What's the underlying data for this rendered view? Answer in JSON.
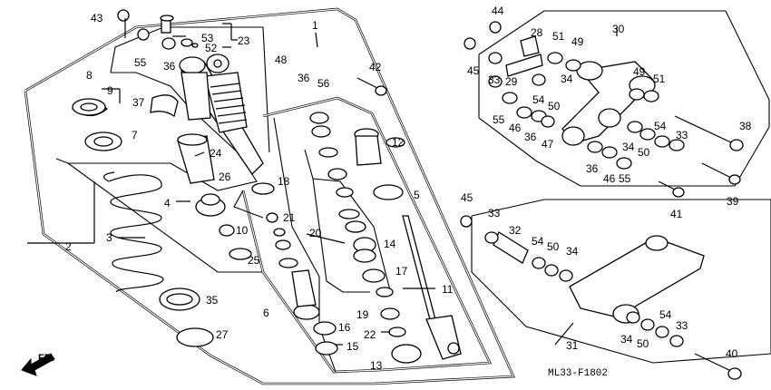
{
  "diagram": {
    "code": "ML33-F1802",
    "front_arrow": "FR.",
    "callouts": [
      {
        "n": "43",
        "key": "p43"
      },
      {
        "n": "55",
        "key": "p55a"
      },
      {
        "n": "36",
        "key": "p36a"
      },
      {
        "n": "53",
        "key": "p53"
      },
      {
        "n": "52",
        "key": "p52"
      },
      {
        "n": "23",
        "key": "p23"
      },
      {
        "n": "1",
        "key": "p1"
      },
      {
        "n": "48",
        "key": "p48"
      },
      {
        "n": "36",
        "key": "p36b"
      },
      {
        "n": "56",
        "key": "p56"
      },
      {
        "n": "42",
        "key": "p42"
      },
      {
        "n": "8",
        "key": "p8"
      },
      {
        "n": "9",
        "key": "p9"
      },
      {
        "n": "37",
        "key": "p37"
      },
      {
        "n": "7",
        "key": "p7"
      },
      {
        "n": "24",
        "key": "p24"
      },
      {
        "n": "12",
        "key": "p12"
      },
      {
        "n": "26",
        "key": "p26"
      },
      {
        "n": "18",
        "key": "p18"
      },
      {
        "n": "5",
        "key": "p5"
      },
      {
        "n": "4",
        "key": "p4"
      },
      {
        "n": "21",
        "key": "p21"
      },
      {
        "n": "10",
        "key": "p10"
      },
      {
        "n": "20",
        "key": "p20"
      },
      {
        "n": "14",
        "key": "p14"
      },
      {
        "n": "2",
        "key": "p2"
      },
      {
        "n": "3",
        "key": "p3"
      },
      {
        "n": "25",
        "key": "p25"
      },
      {
        "n": "17",
        "key": "p17"
      },
      {
        "n": "11",
        "key": "p11"
      },
      {
        "n": "35",
        "key": "p35"
      },
      {
        "n": "6",
        "key": "p6"
      },
      {
        "n": "19",
        "key": "p19"
      },
      {
        "n": "16",
        "key": "p16"
      },
      {
        "n": "22",
        "key": "p22"
      },
      {
        "n": "27",
        "key": "p27"
      },
      {
        "n": "15",
        "key": "p15"
      },
      {
        "n": "13",
        "key": "p13"
      },
      {
        "n": "44",
        "key": "p44"
      },
      {
        "n": "30",
        "key": "p30"
      },
      {
        "n": "28",
        "key": "p28"
      },
      {
        "n": "51",
        "key": "p51a"
      },
      {
        "n": "49",
        "key": "p49a"
      },
      {
        "n": "45",
        "key": "p45a"
      },
      {
        "n": "33",
        "key": "p33a"
      },
      {
        "n": "29",
        "key": "p29"
      },
      {
        "n": "34",
        "key": "p34a"
      },
      {
        "n": "54",
        "key": "p54a"
      },
      {
        "n": "50",
        "key": "p50a"
      },
      {
        "n": "49",
        "key": "p49b"
      },
      {
        "n": "51",
        "key": "p51b"
      },
      {
        "n": "55",
        "key": "p55b"
      },
      {
        "n": "46",
        "key": "p46a"
      },
      {
        "n": "36",
        "key": "p36c"
      },
      {
        "n": "47",
        "key": "p47"
      },
      {
        "n": "54",
        "key": "p54b"
      },
      {
        "n": "33",
        "key": "p33b"
      },
      {
        "n": "38",
        "key": "p38"
      },
      {
        "n": "34",
        "key": "p34b"
      },
      {
        "n": "50",
        "key": "p50b"
      },
      {
        "n": "36",
        "key": "p36d"
      },
      {
        "n": "46",
        "key": "p46b"
      },
      {
        "n": "55",
        "key": "p55c"
      },
      {
        "n": "39",
        "key": "p39"
      },
      {
        "n": "45",
        "key": "p45b"
      },
      {
        "n": "41",
        "key": "p41"
      },
      {
        "n": "33",
        "key": "p33c"
      },
      {
        "n": "32",
        "key": "p32"
      },
      {
        "n": "54",
        "key": "p54c"
      },
      {
        "n": "50",
        "key": "p50c"
      },
      {
        "n": "34",
        "key": "p34c"
      },
      {
        "n": "31",
        "key": "p31"
      },
      {
        "n": "54",
        "key": "p54d"
      },
      {
        "n": "34",
        "key": "p34d"
      },
      {
        "n": "50",
        "key": "p50d"
      },
      {
        "n": "33",
        "key": "p33d"
      },
      {
        "n": "40",
        "key": "p40"
      }
    ]
  }
}
